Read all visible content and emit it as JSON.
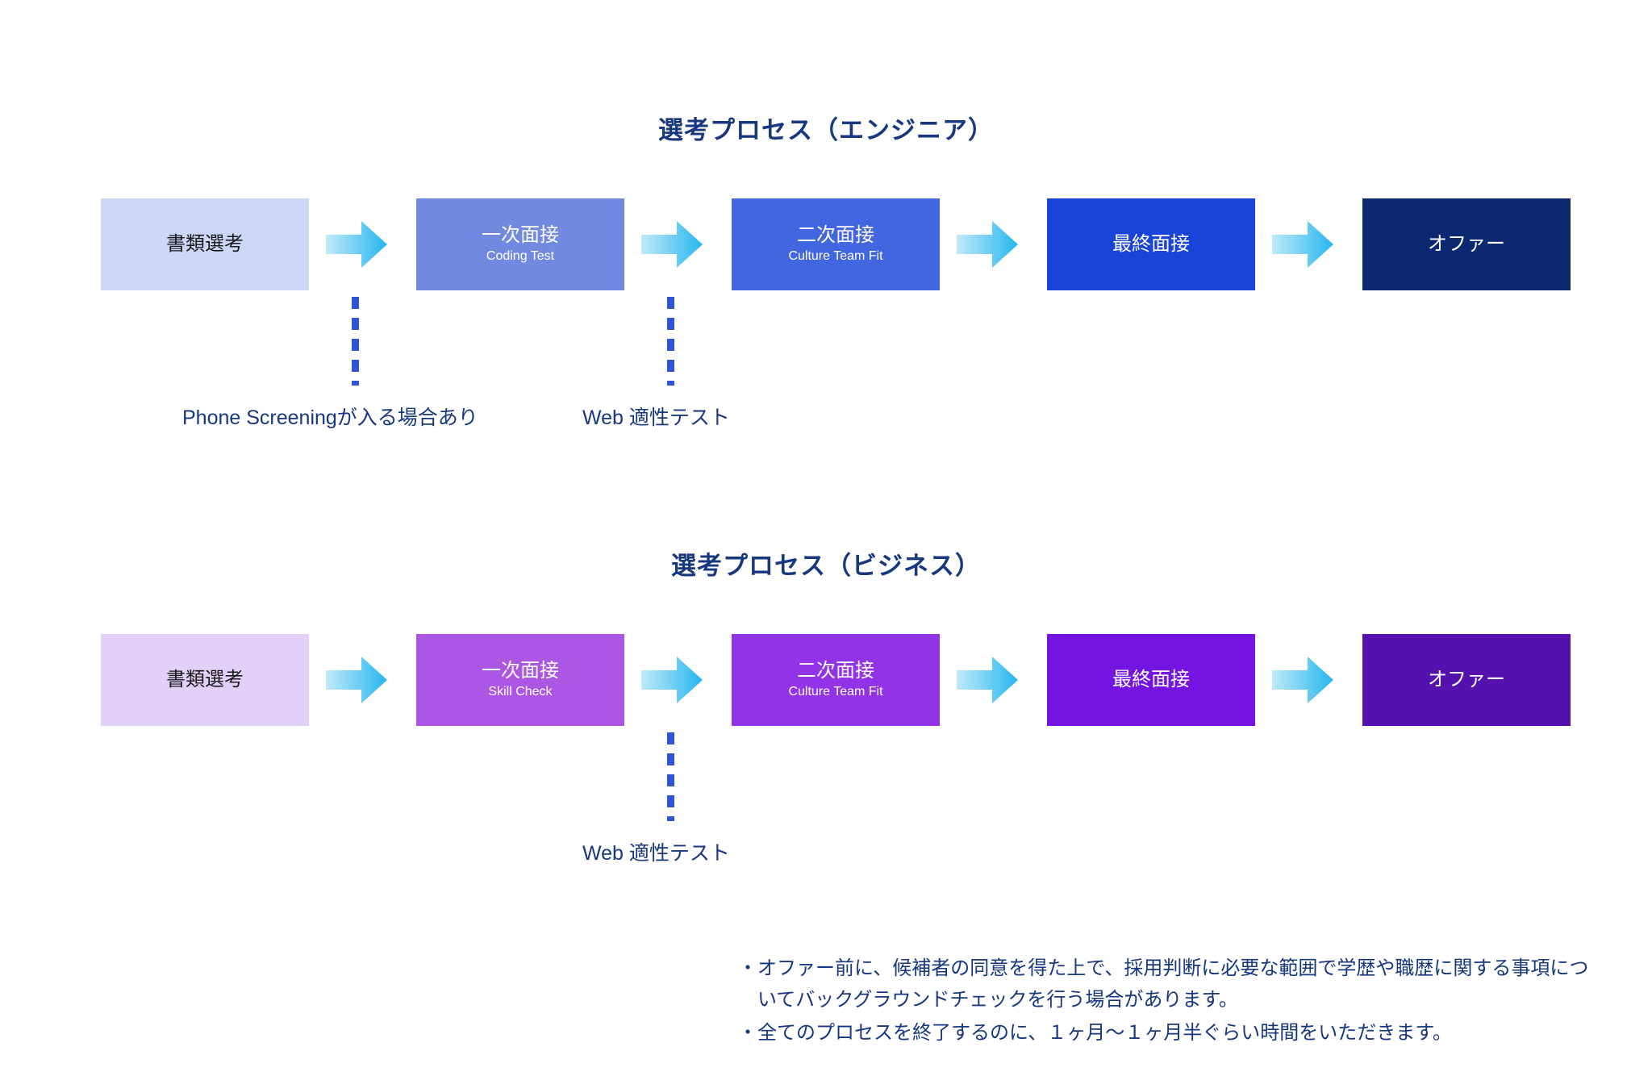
{
  "page": {
    "background": "#ffffff",
    "text_color_heading": "#17377f",
    "arrow_gradient_from": "#bfeaf8",
    "arrow_gradient_to": "#27b6ef",
    "dotted_line_color": "#2f55d4"
  },
  "sections": [
    {
      "id": "engineer",
      "title": "選考プロセス（エンジニア）",
      "steps": [
        {
          "title": "書類選考",
          "sub": "",
          "bg": "#ccd7f5",
          "fg": "#1a1a1a"
        },
        {
          "title": "一次面接",
          "sub": "Coding Test",
          "bg": "#7289e0",
          "fg": "#ffffff"
        },
        {
          "title": "二次面接",
          "sub": "Culture Team Fit",
          "bg": "#4265e0",
          "fg": "#ffffff"
        },
        {
          "title": "最終面接",
          "sub": "",
          "bg": "#1a44d8",
          "fg": "#ffffff"
        },
        {
          "title": "オファー",
          "sub": "",
          "bg": "#0b2871",
          "fg": "#ffffff"
        }
      ],
      "arrows": [
        "arrow-right-icon",
        "arrow-right-icon",
        "arrow-right-icon",
        "arrow-right-icon"
      ],
      "notes": [
        {
          "text": "Phone Screeningが入る場合あり",
          "connector_after_step": 0
        },
        {
          "text": "Web 適性テスト",
          "connector_after_step": 1
        }
      ]
    },
    {
      "id": "business",
      "title": "選考プロセス（ビジネス）",
      "steps": [
        {
          "title": "書類選考",
          "sub": "",
          "bg": "#e3d0f8",
          "fg": "#1a1a1a"
        },
        {
          "title": "一次面接",
          "sub": "Skill Check",
          "bg": "#ab57e3",
          "fg": "#ffffff"
        },
        {
          "title": "二次面接",
          "sub": "Culture Team Fit",
          "bg": "#9333e8",
          "fg": "#ffffff"
        },
        {
          "title": "最終面接",
          "sub": "",
          "bg": "#7314e0",
          "fg": "#ffffff"
        },
        {
          "title": "オファー",
          "sub": "",
          "bg": "#5511ae",
          "fg": "#ffffff"
        }
      ],
      "arrows": [
        "arrow-right-icon",
        "arrow-right-icon",
        "arrow-right-icon",
        "arrow-right-icon"
      ],
      "notes": [
        {
          "text": "Web 適性テスト",
          "connector_after_step": 1
        }
      ]
    }
  ],
  "footnotes": {
    "bullet": "・",
    "items": [
      "オファー前に、候補者の同意を得た上で、採用判断に必要な範囲で学歴や職歴に関する事項についてバックグラウンドチェックを行う場合があります。",
      "全てのプロセスを終了するのに、１ヶ月〜１ヶ月半ぐらい時間をいただきます。"
    ]
  }
}
